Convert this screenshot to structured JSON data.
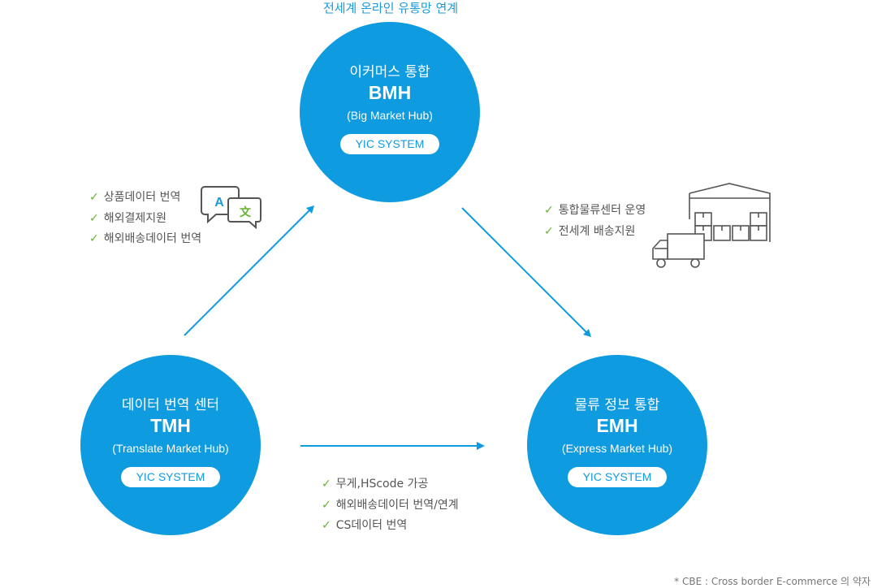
{
  "caption": "전세계 온라인 유통망 연계",
  "hubs": {
    "bmh": {
      "ko": "이커머스 통합",
      "abbr": "BMH",
      "en": "(Big Market Hub)",
      "system": "YIC SYSTEM"
    },
    "tmh": {
      "ko": "데이터 번역 센터",
      "abbr": "TMH",
      "en": "(Translate Market Hub)",
      "system": "YIC SYSTEM"
    },
    "emh": {
      "ko": "물류 정보 통합",
      "abbr": "EMH",
      "en": "(Express Market Hub)",
      "system": "YIC SYSTEM"
    }
  },
  "checkmark": "✓",
  "lists": {
    "translation": [
      "상품데이터 번역",
      "해외결제지원",
      "해외배송데이터 번역"
    ],
    "logistics": [
      "통합물류센터 운영",
      "전세계 배송지원"
    ],
    "data": [
      "무게,HScode 가공",
      "해외배송데이터 번역/연계",
      "CS데이터 번역"
    ]
  },
  "translate_icon": {
    "latin": "A",
    "cjk": "文"
  },
  "footnote": "* CBE : Cross border E-commerce 의 약자",
  "colors": {
    "hub": "#0e9be0",
    "arrow": "#0e9be0",
    "check": "#65b32e",
    "icon": "#555555"
  }
}
